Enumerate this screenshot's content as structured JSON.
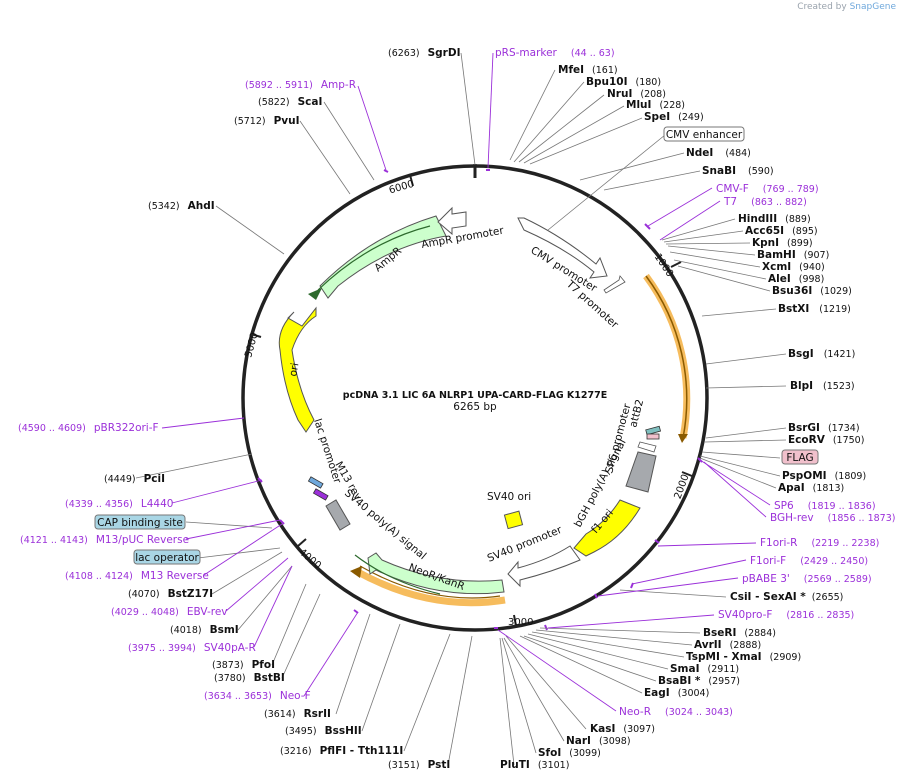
{
  "plasmid": {
    "name": "pcDNA 3.1 LIC 6A NLRP1 UPA-CARD-FLAG K1277E",
    "length_label": "6265 bp",
    "length": 6265
  },
  "brand": {
    "prefix": "Created by",
    "name": "SnapGene"
  },
  "colors": {
    "primer": "#9b30d9",
    "backbone": "#222222",
    "box_blue": "#a9d6e5",
    "box_pink": "#f1c0cc",
    "ori_yellow": "#ffff00",
    "ampr_green": "#ccffcc",
    "orange_outline": "#f5b041"
  },
  "ticks": [
    "1000",
    "2000",
    "3000",
    "4000",
    "5000",
    "6000"
  ],
  "sites": [
    {
      "name": "SgrDI",
      "pos": "(6263)",
      "pos_first": true
    },
    {
      "name": "MfeI",
      "pos": "(161)"
    },
    {
      "name": "Bpu10I",
      "pos": "(180)"
    },
    {
      "name": "NruI",
      "pos": "(208)"
    },
    {
      "name": "MluI",
      "pos": "(228)"
    },
    {
      "name": "SpeI",
      "pos": "(249)"
    },
    {
      "name": "NdeI",
      "pos": "(484)"
    },
    {
      "name": "SnaBI",
      "pos": "(590)"
    },
    {
      "name": "HindIII",
      "pos": "(889)"
    },
    {
      "name": "Acc65I",
      "pos": "(895)"
    },
    {
      "name": "KpnI",
      "pos": "(899)"
    },
    {
      "name": "BamHI",
      "pos": "(907)"
    },
    {
      "name": "XcmI",
      "pos": "(940)"
    },
    {
      "name": "AleI",
      "pos": "(998)"
    },
    {
      "name": "Bsu36I",
      "pos": "(1029)"
    },
    {
      "name": "BstXI",
      "pos": "(1219)"
    },
    {
      "name": "BsgI",
      "pos": "(1421)"
    },
    {
      "name": "BlpI",
      "pos": "(1523)"
    },
    {
      "name": "BsrGI",
      "pos": "(1734)"
    },
    {
      "name": "EcoRV",
      "pos": "(1750)"
    },
    {
      "name": "PspOMI",
      "pos": "(1809)"
    },
    {
      "name": "ApaI",
      "pos": "(1813)"
    },
    {
      "name": "CsiI  - SexAI *",
      "pos": "(2655)"
    },
    {
      "name": "BseRI",
      "pos": "(2884)"
    },
    {
      "name": "AvrII",
      "pos": "(2888)"
    },
    {
      "name": "TspMI  - XmaI",
      "pos": "(2909)"
    },
    {
      "name": "SmaI",
      "pos": "(2911)"
    },
    {
      "name": "BsaBI *",
      "pos": "(2957)"
    },
    {
      "name": "EagI",
      "pos": "(3004)"
    },
    {
      "name": "KasI",
      "pos": "(3097)"
    },
    {
      "name": "NarI",
      "pos": "(3098)"
    },
    {
      "name": "SfoI",
      "pos": "(3099)"
    },
    {
      "name": "PluTI",
      "pos": "(3101)"
    },
    {
      "name": "PstI",
      "pos": "(3151)",
      "pos_first": true
    },
    {
      "name": "PflFI  - Tth111I",
      "pos": "(3216)",
      "pos_first": true
    },
    {
      "name": "BssHII",
      "pos": "(3495)",
      "pos_first": true
    },
    {
      "name": "RsrII",
      "pos": "(3614)",
      "pos_first": true
    },
    {
      "name": "BstBI",
      "pos": "(3780)",
      "pos_first": true
    },
    {
      "name": "PfoI",
      "pos": "(3873)",
      "pos_first": true
    },
    {
      "name": "BsmI",
      "pos": "(4018)",
      "pos_first": true
    },
    {
      "name": "BstZ17I",
      "pos": "(4070)",
      "pos_first": true
    },
    {
      "name": "PciI",
      "pos": "(4449)",
      "pos_first": true
    },
    {
      "name": "AhdI",
      "pos": "(5342)",
      "pos_first": true
    },
    {
      "name": "PvuI",
      "pos": "(5712)",
      "pos_first": true
    },
    {
      "name": "ScaI",
      "pos": "(5822)",
      "pos_first": true
    }
  ],
  "primers": [
    {
      "name": "pRS-marker",
      "pos": "(44 .. 63)"
    },
    {
      "name": "CMV-F",
      "pos": "(769 .. 789)"
    },
    {
      "name": "T7",
      "pos": "(863 .. 882)"
    },
    {
      "name": "SP6",
      "pos": "(1819 .. 1836)"
    },
    {
      "name": "BGH-rev",
      "pos": "(1856 .. 1873)"
    },
    {
      "name": "F1ori-R",
      "pos": "(2219 .. 2238)"
    },
    {
      "name": "F1ori-F",
      "pos": "(2429 .. 2450)"
    },
    {
      "name": "pBABE 3'",
      "pos": "(2569 .. 2589)"
    },
    {
      "name": "SV40pro-F",
      "pos": "(2816 .. 2835)"
    },
    {
      "name": "Neo-R",
      "pos": "(3024 .. 3043)"
    },
    {
      "name": "Neo-F",
      "pos": "(3634 .. 3653)",
      "pos_first": true
    },
    {
      "name": "SV40pA-R",
      "pos": "(3975 .. 3994)",
      "pos_first": true
    },
    {
      "name": "EBV-rev",
      "pos": "(4029 .. 4048)",
      "pos_first": true
    },
    {
      "name": "M13 Reverse",
      "pos": "(4108 .. 4124)",
      "pos_first": true
    },
    {
      "name": "M13/pUC Reverse",
      "pos": "(4121 .. 4143)",
      "pos_first": true
    },
    {
      "name": "L4440",
      "pos": "(4339 .. 4356)",
      "pos_first": true
    },
    {
      "name": "pBR322ori-F",
      "pos": "(4590 .. 4609)",
      "pos_first": true
    },
    {
      "name": "Amp-R",
      "pos": "(5892 .. 5911)",
      "pos_first": true
    }
  ],
  "boxed_features": [
    "CMV enhancer",
    "FLAG",
    "CAP binding site",
    "lac operator"
  ],
  "features": [
    "CMV promoter",
    "T7 promoter",
    "attB2",
    "SP6 promoter",
    "bGH poly(A) signal",
    "f1 ori",
    "SV40 promoter",
    "SV40 ori",
    "NeoR/KanR",
    "SV40 poly(A) signal",
    "M13 rev",
    "lac promoter",
    "ori",
    "AmpR",
    "AmpR promoter"
  ]
}
